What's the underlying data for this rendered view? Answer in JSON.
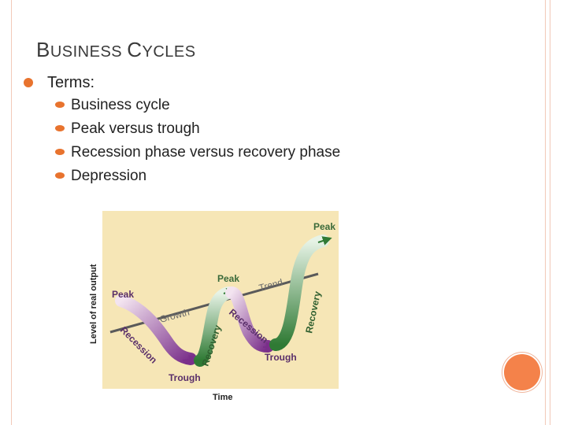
{
  "slide": {
    "title_big_1": "B",
    "title_small_1": "USINESS ",
    "title_big_2": "C",
    "title_small_2": "YCLES",
    "terms_label": "Terms:",
    "subitems": [
      "Business cycle",
      "Peak versus trough",
      "Recession phase versus recovery phase",
      "Depression"
    ]
  },
  "diagram": {
    "xlabel": "Time",
    "ylabel": "Level of real output",
    "trend_label_1": "Growth",
    "trend_label_2": "Trend",
    "labels": {
      "peak1": "Peak",
      "peak2": "Peak",
      "peak3": "Peak",
      "trough1": "Trough",
      "trough2": "Trough",
      "recession1": "Recession",
      "recession2": "Recession",
      "recovery1": "Recovery",
      "recovery2": "Recovery"
    },
    "colors": {
      "background": "#f6e6b6",
      "recession": "#8a3d98",
      "recovery": "#3a8a3f",
      "trend": "#5a5a5a"
    }
  }
}
